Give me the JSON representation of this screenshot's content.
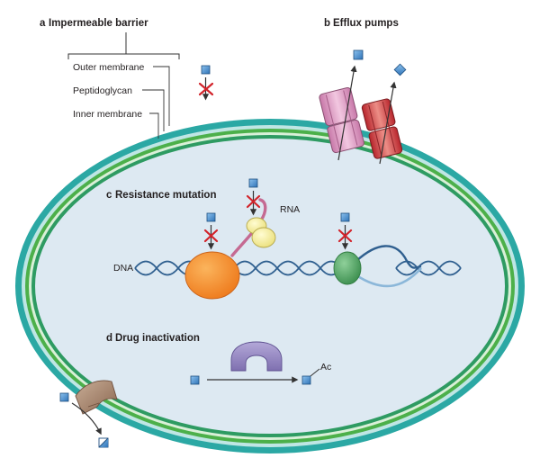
{
  "panels": {
    "a": {
      "letter": "a",
      "title": "Impermeable barrier"
    },
    "b": {
      "letter": "b",
      "title": "Efflux pumps"
    },
    "c": {
      "letter": "c",
      "title": "Resistance mutation"
    },
    "d": {
      "letter": "d",
      "title": "Drug inactivation"
    }
  },
  "layers": {
    "outer": "Outer membrane",
    "peptidoglycan": "Peptidoglycan",
    "inner": "Inner membrane"
  },
  "labels": {
    "rna": "RNA",
    "dna": "DNA",
    "acetyl": "Ac"
  },
  "colors": {
    "membrane_teal": "#2ba8a4",
    "membrane_green": "#4cb04a",
    "cytoplasm": "#dde9f2",
    "drug_blue": "#4a8fcf",
    "block_red": "#d2232a",
    "ribosome_yellow": "#f3ec9a",
    "rna_pink": "#c56a92",
    "polymerase_orange": "#f5872a",
    "green_protein": "#59a866",
    "enzyme_purple": "#9a8cc4",
    "enzyme_brown": "#a5826a",
    "pump_pink": "#e3a3c8",
    "pump_red": "#d9534f",
    "dna_blue": "#2f5f8f"
  }
}
